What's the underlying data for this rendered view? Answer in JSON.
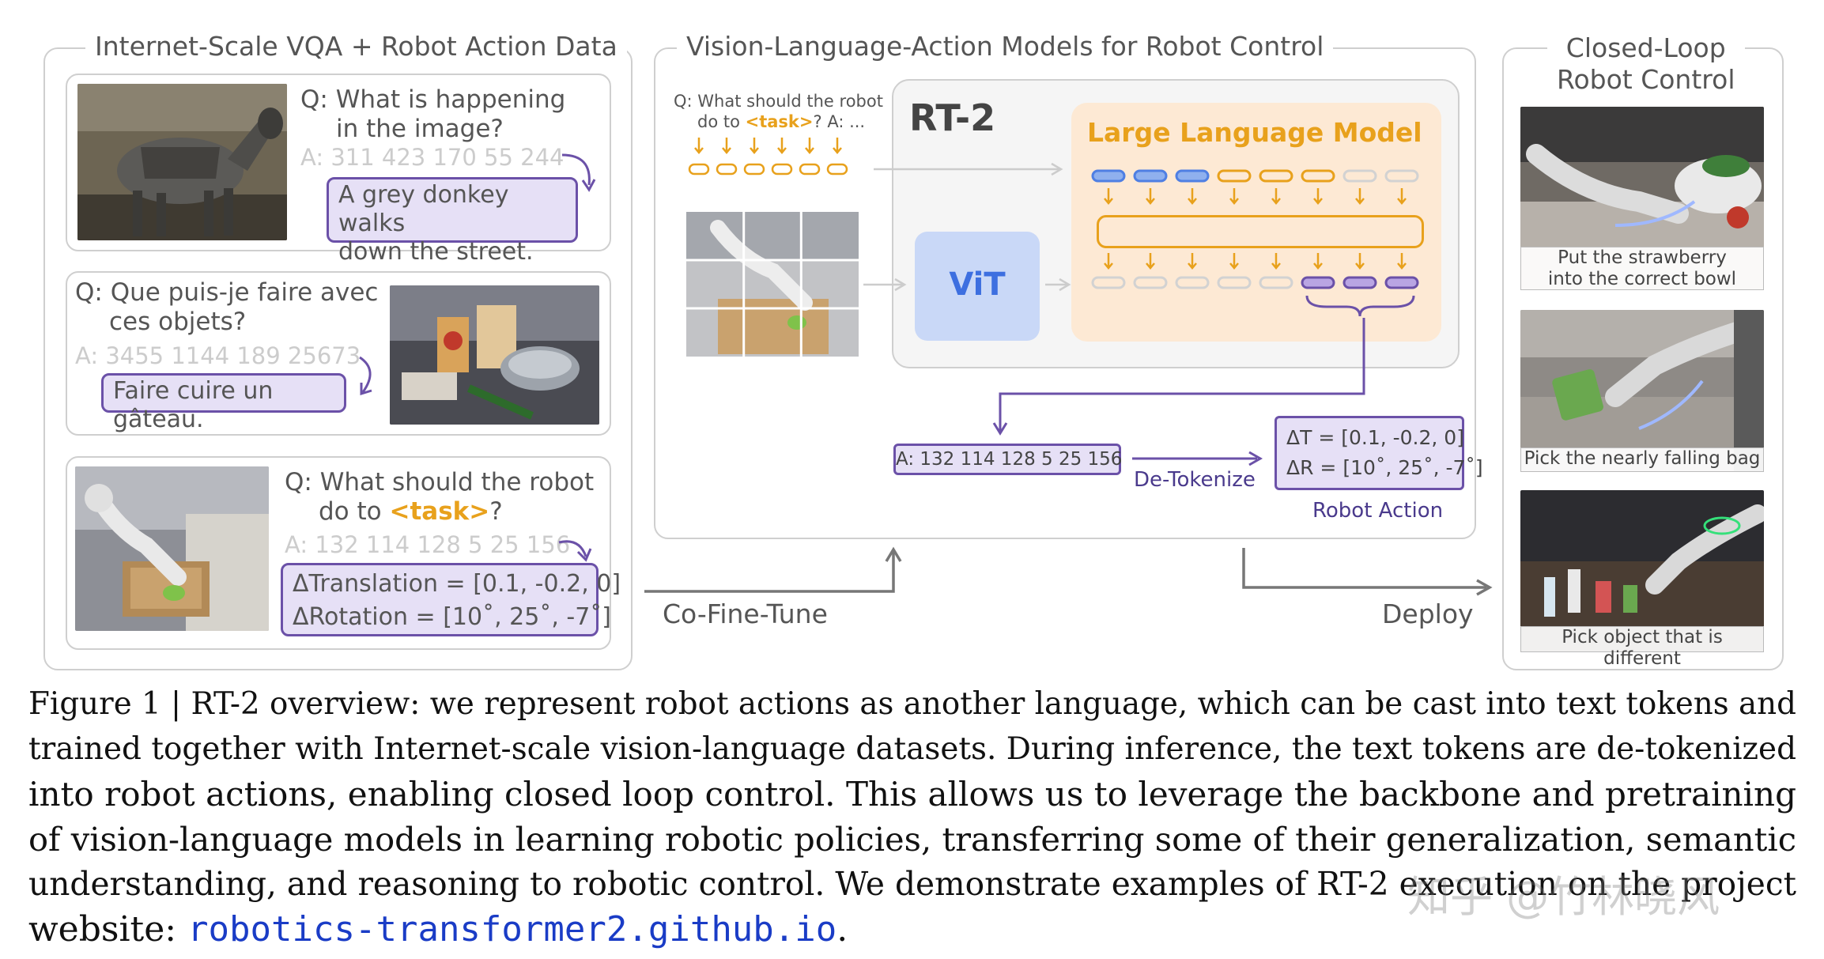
{
  "panels": {
    "left_title": "Internet-Scale VQA + Robot Action Data",
    "middle_title": "Vision-Language-Action Models for Robot Control",
    "right_title_line1": "Closed-Loop",
    "right_title_line2": "Robot Control"
  },
  "vqa": {
    "card1": {
      "q_line1": "Q: What is happening",
      "q_line2": "in the image?",
      "tokens": "A: 311 423 170 55 244",
      "ans_line1": "A grey donkey walks",
      "ans_line2": "down the street."
    },
    "card2": {
      "q_line1": "Q: Que puis-je faire avec",
      "q_line2": "ces objets?",
      "tokens": "A: 3455 1144 189 25673",
      "answer": "Faire cuire un gâteau."
    },
    "card3": {
      "q_line1": "Q: What should the robot",
      "q_line2_prefix": "do to ",
      "task": "<task>",
      "q_line2_suffix": "?",
      "tokens": "A: 132 114 128 5 25 156",
      "ans_line1": "ΔTranslation = [0.1, -0.2, 0]",
      "ans_line2": "ΔRotation = [10˚, 25˚, -7˚]"
    }
  },
  "model": {
    "prompt_line1": "Q: What should the robot",
    "prompt_line2_prefix": "do to ",
    "prompt_task": "<task>",
    "prompt_line2_suffix": "? A: ...",
    "rt2_label": "RT-2",
    "llm_label": "Large Language Model",
    "vit_label": "ViT",
    "output_tokens": "A: 132 114 128 5 25 156",
    "detokenize_label": "De-Tokenize",
    "action_line1": "ΔT = [0.1, -0.2, 0]",
    "action_line2": "ΔR = [10˚, 25˚, -7˚]",
    "robot_action_label": "Robot Action",
    "cofinetune_label": "Co-Fine-Tune",
    "deploy_label": "Deploy"
  },
  "closed_loop": {
    "ex1_line1": "Put the strawberry",
    "ex1_line2": "into the correct bowl",
    "ex2": "Pick the nearly falling bag",
    "ex3": "Pick object that is different"
  },
  "caption": {
    "line1": "Figure 1 | RT-2 overview: we represent robot actions as another language, which can be cast into text tokens and",
    "line2": "trained together with Internet-scale vision-language datasets. During inference, the text tokens are de-tokenized",
    "line3": "into robot actions, enabling closed loop control. This allows us to leverage the backbone and pretraining",
    "line4": "of vision-language models in learning robotic policies, transferring some of their generalization, semantic",
    "line5": "understanding, and reasoning to robotic control. We demonstrate examples of RT-2 execution on the project",
    "line6_prefix": "website: ",
    "link": "robotics-transformer2.github.io",
    "line6_suffix": "."
  },
  "watermark": "知乎 @竹林晓风",
  "colors": {
    "panel_border": "#cfcfcf",
    "answer_border": "#6b51a8",
    "answer_fill": "#e6e0f6",
    "task_orange": "#e8a11c",
    "llm_fill": "#fde9d4",
    "vit_fill": "#c9d8f7",
    "vit_text": "#3d6fe0",
    "link_blue": "#1a3cc6"
  },
  "icons": [
    "down-arrow-icon",
    "curved-arrow-icon",
    "right-arrow-icon",
    "up-arrow-icon"
  ]
}
